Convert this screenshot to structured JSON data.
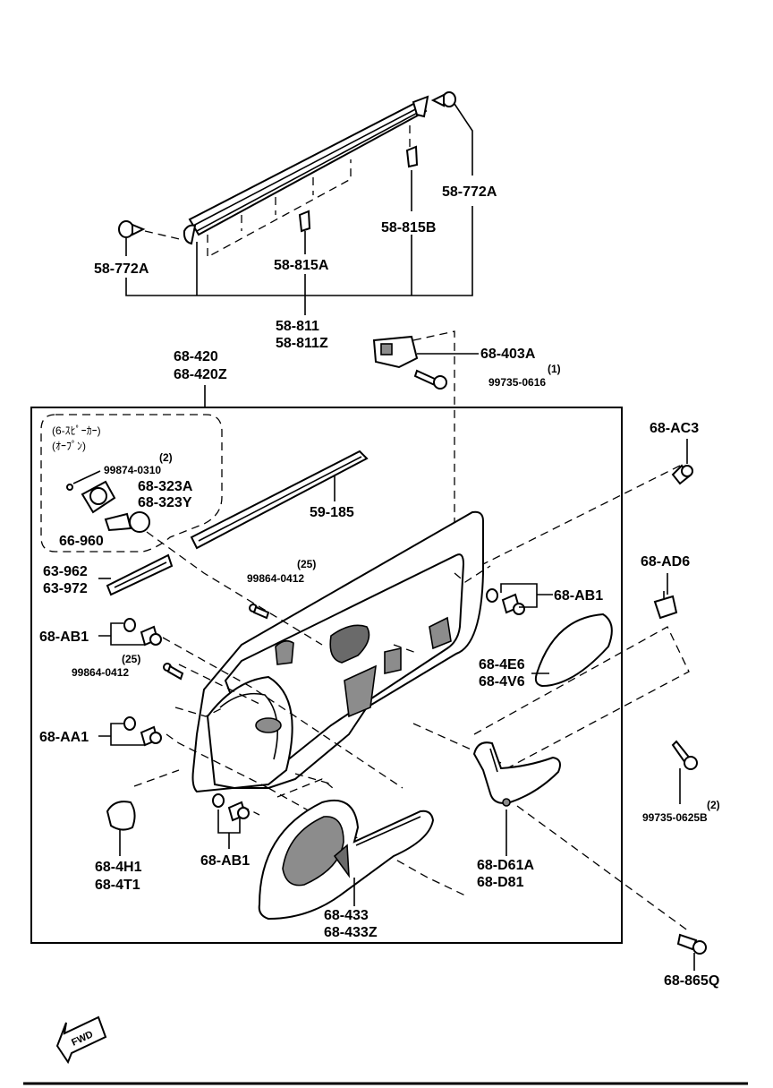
{
  "labels": {
    "p58_772A_left": "58-772A",
    "p58_772A_right": "58-772A",
    "p58_815A": "58-815A",
    "p58_815B": "58-815B",
    "p58_811": "58-811",
    "p58_811Z": "58-811Z",
    "p68_420": "68-420",
    "p68_420Z": "68-420Z",
    "p68_403A": "68-403A",
    "p99735_0616_qty": "(1)",
    "p99735_0616": "99735-0616",
    "p68_AC3": "68-AC3",
    "speaker_note_1": "(6-ｽﾋﾟｰｶｰ)",
    "speaker_note_2": "(ｵｰﾌﾟﾝ)",
    "p99874_0310_qty": "(2)",
    "p99874_0310": "99874-0310",
    "p68_323A": "68-323A",
    "p68_323Y": "68-323Y",
    "p59_185": "59-185",
    "p66_960": "66-960",
    "p63_962": "63-962",
    "p63_972": "63-972",
    "p99864_0412_a_qty": "(25)",
    "p99864_0412_a": "99864-0412",
    "p68_AD6": "68-AD6",
    "p68_AB1_right": "68-AB1",
    "p68_AB1_left": "68-AB1",
    "p99864_0412_b_qty": "(25)",
    "p99864_0412_b": "99864-0412",
    "p68_4E6": "68-4E6",
    "p68_4V6": "68-4V6",
    "p68_AA1": "68-AA1",
    "p99735_0625B_qty": "(2)",
    "p99735_0625B": "99735-0625B",
    "p68_4H1": "68-4H1",
    "p68_4T1": "68-4T1",
    "p68_AB1_bottom": "68-AB1",
    "p68_D61A": "68-D61A",
    "p68_D81": "68-D81",
    "p68_433": "68-433",
    "p68_433Z": "68-433Z",
    "p68_865Q": "68-865Q",
    "fwd": "FWD"
  }
}
